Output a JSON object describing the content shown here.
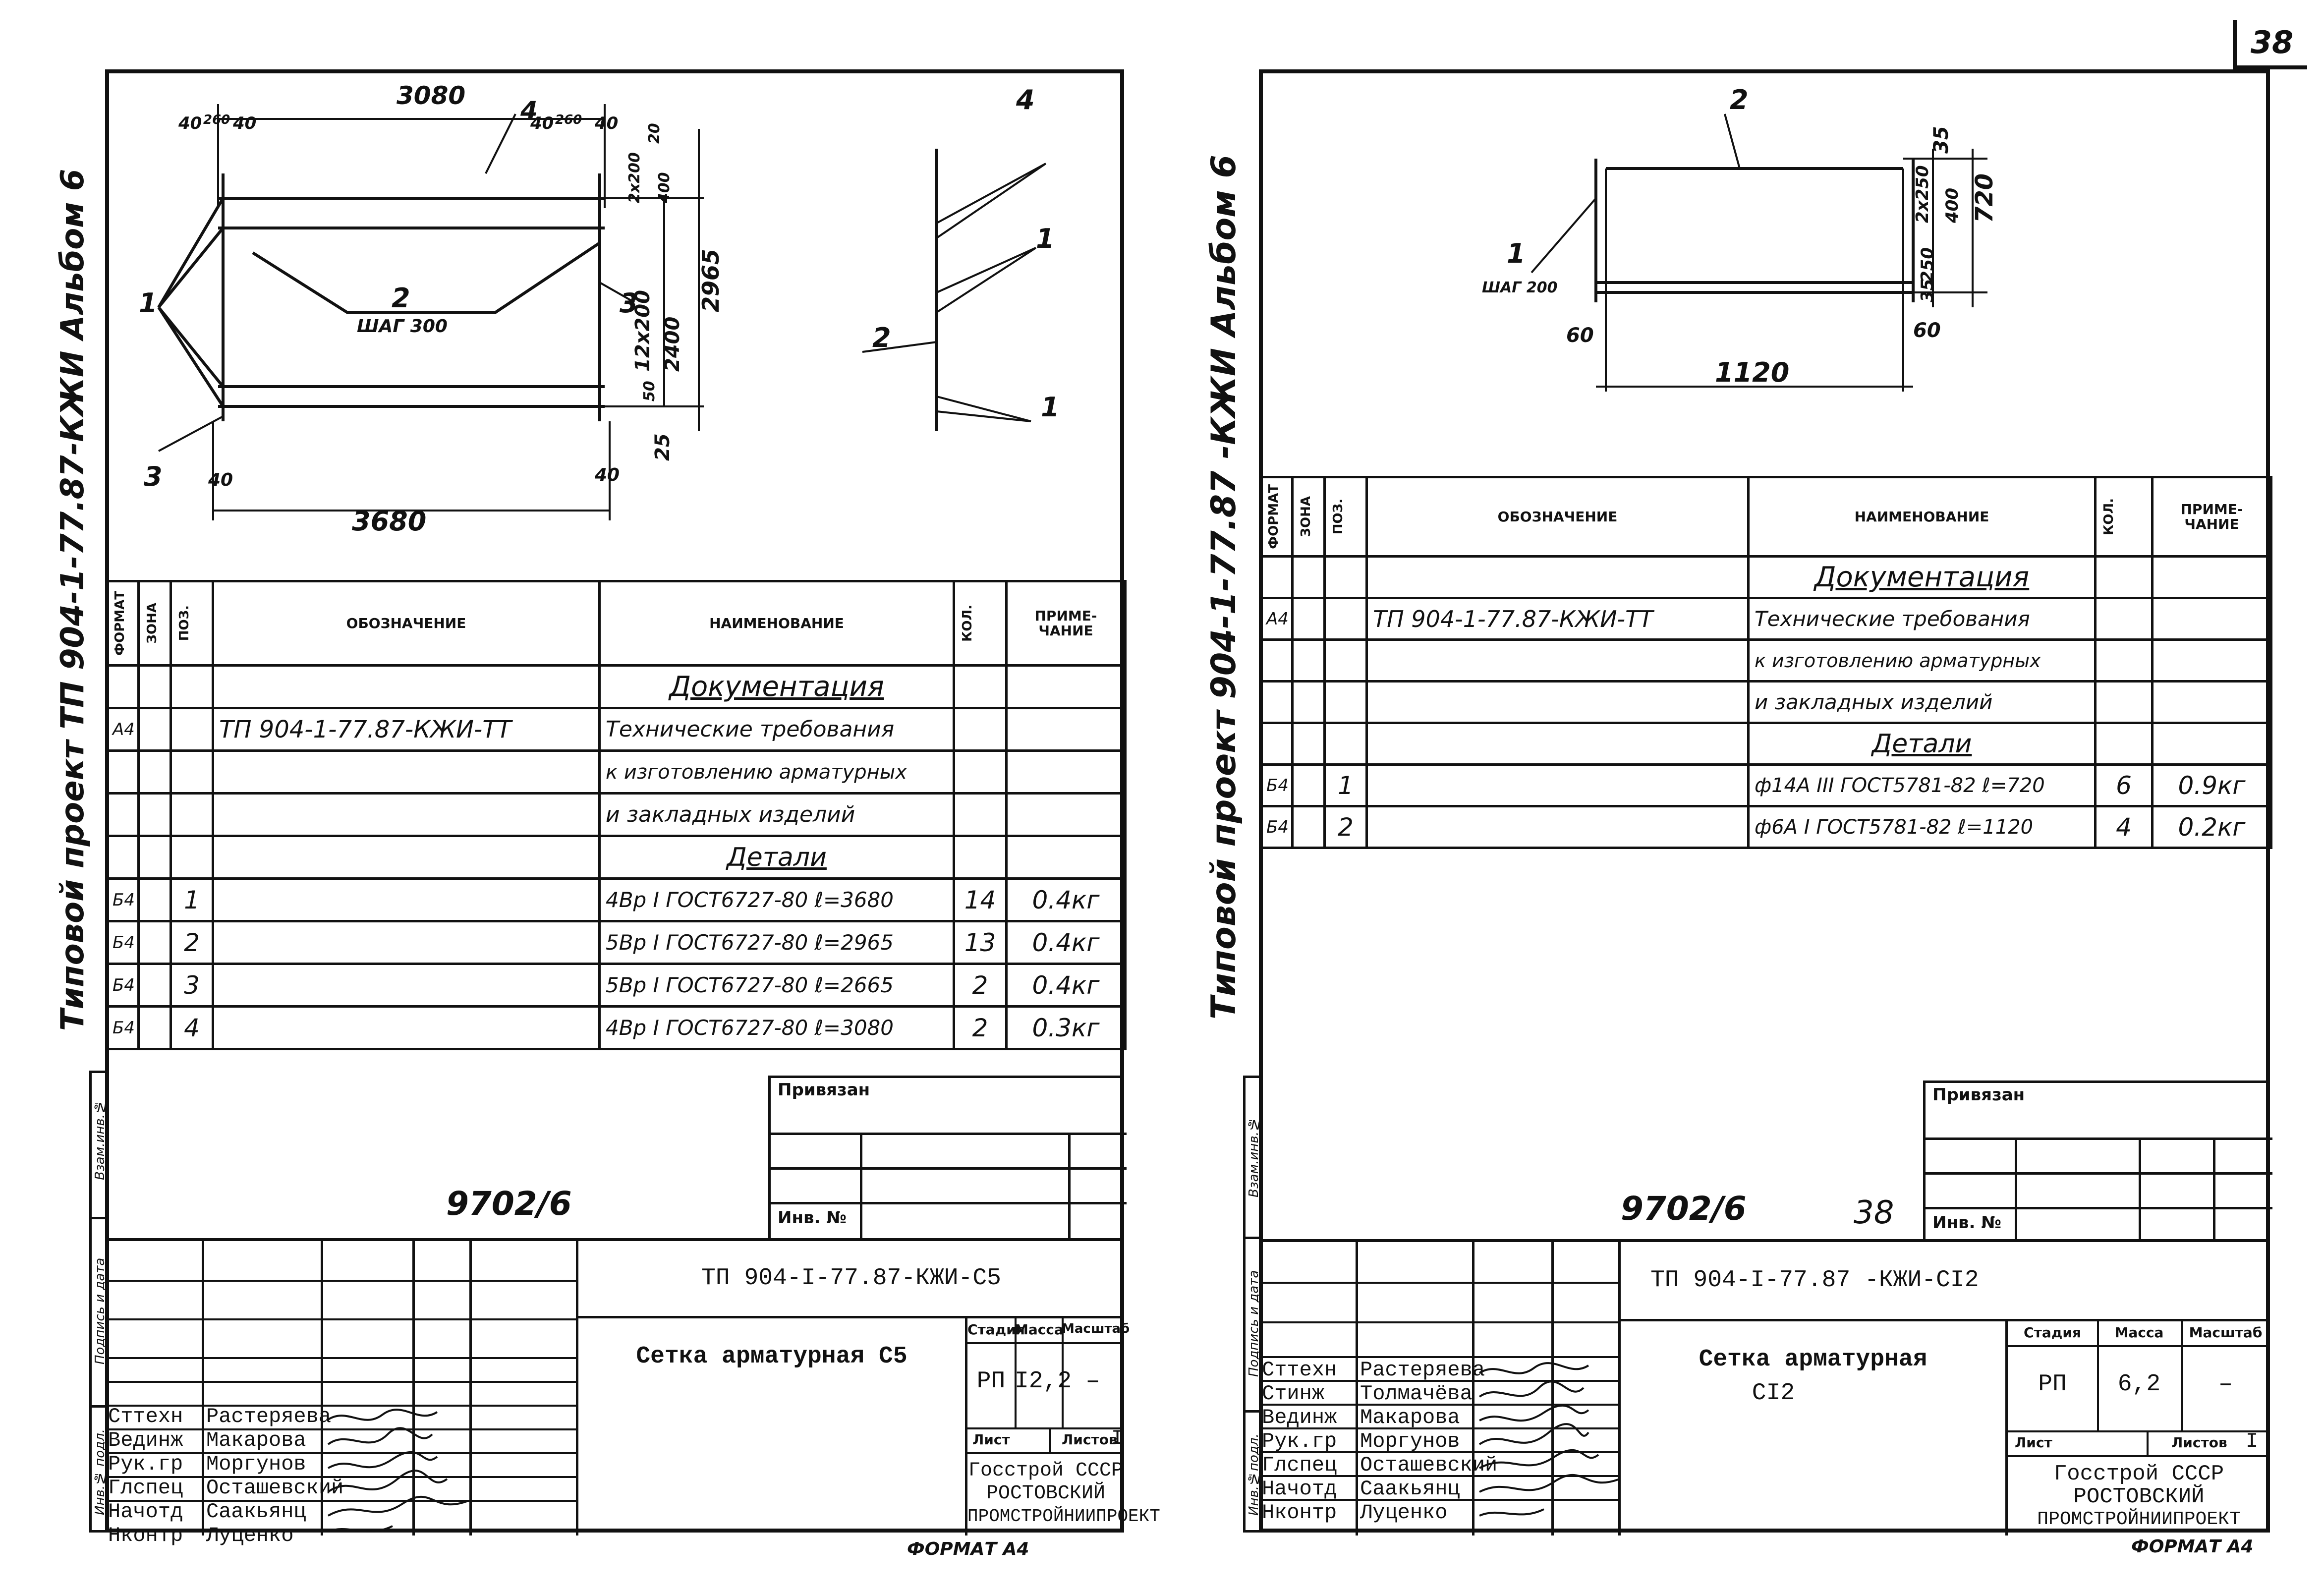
{
  "page_number": "38",
  "format_label": "ФОРМАТ А4",
  "sheets": [
    {
      "side_title": "Типовой  проект  ТП 904-1-77.87-КЖИ  Альбом 6",
      "side_stamps": {
        "inv_orig": "Инв.№ подл.",
        "sign_date": "Подпись и дата",
        "vzam_inv": "Взам.инв.№"
      },
      "drawing": {
        "dims": [
          "3080",
          "40",
          "260",
          "40",
          "40",
          "260",
          "40",
          "4",
          "20",
          "2x200",
          "400",
          "2965",
          "12x200",
          "2400",
          "50",
          "25",
          "1",
          "2",
          "ШАГ 300",
          "3",
          "3",
          "40",
          "40",
          "3680",
          "4",
          "1",
          "2",
          "1"
        ]
      },
      "table": {
        "headers": {
          "format": "ФОРМАТ",
          "zone": "ЗОНА",
          "pos": "ПОЗ.",
          "designation": "ОБОЗНАЧЕНИЕ",
          "name": "НАИМЕНОВАНИЕ",
          "qty": "КОЛ.",
          "note": "ПРИМЕ-ЧАНИЕ"
        },
        "rows": [
          {
            "format": "",
            "pos": "",
            "designation": "",
            "name": "Документация",
            "qty": "",
            "note": "",
            "style": "section"
          },
          {
            "format": "А4",
            "pos": "",
            "designation": "ТП 904-1-77.87-КЖИ-ТТ",
            "name": "Технические требования",
            "qty": "",
            "note": ""
          },
          {
            "format": "",
            "pos": "",
            "designation": "",
            "name": "к изготовлению арматурных",
            "qty": "",
            "note": ""
          },
          {
            "format": "",
            "pos": "",
            "designation": "",
            "name": "и закладных изделий",
            "qty": "",
            "note": ""
          },
          {
            "format": "",
            "pos": "",
            "designation": "",
            "name": "Детали",
            "qty": "",
            "note": "",
            "style": "section"
          },
          {
            "format": "Б4",
            "pos": "1",
            "designation": "",
            "name": "4Вр I ГОСТ6727-80 ℓ=3680",
            "qty": "14",
            "note": "0.4кг"
          },
          {
            "format": "Б4",
            "pos": "2",
            "designation": "",
            "name": "5Вр I ГОСТ6727-80 ℓ=2965",
            "qty": "13",
            "note": "0.4кг"
          },
          {
            "format": "Б4",
            "pos": "3",
            "designation": "",
            "name": "5Вр I ГОСТ6727-80 ℓ=2665",
            "qty": "2",
            "note": "0.4кг"
          },
          {
            "format": "Б4",
            "pos": "4",
            "designation": "",
            "name": "4Вр I ГОСТ6727-80 ℓ=3080",
            "qty": "2",
            "note": "0.3кг"
          }
        ]
      },
      "privyazan": "Привязан",
      "inv_no": "Инв. №",
      "sheet_code": "9702/6",
      "sheet_no_handwritten": "",
      "title_block": {
        "doc_code": "ТП   904-I-77.87-КЖИ-С5",
        "title": "Сетка   арматурная   С5",
        "title_line2": "",
        "stage_label": "Стадия",
        "mass_label": "Масса",
        "scale_label": "Масштаб",
        "stage": "РП",
        "mass": "I2,2",
        "scale": "–",
        "list_label": "Лист",
        "lists_label": "Листов",
        "lists": "I",
        "org1": "Госстрой  СССР",
        "org2": "РОСТОВСКИЙ",
        "org3": "ПРОМСТРОЙНИИПРОЕКТ",
        "people": [
          {
            "role": "",
            "name": ""
          },
          {
            "role": "Сттехн",
            "name": "Растеряева"
          },
          {
            "role": "Вединж",
            "name": "Макарова"
          },
          {
            "role": "Рук.гр",
            "name": "Моргунов"
          },
          {
            "role": "Глспец",
            "name": "Осташевский"
          },
          {
            "role": "Начотд",
            "name": "Саакьянц"
          },
          {
            "role": "Нконтр",
            "name": "Луценко"
          }
        ]
      }
    },
    {
      "side_title": "Типовой  проект  904-1-77.87 -КЖИ  Альбом 6",
      "side_stamps": {
        "inv_orig": "Инв.№подл.",
        "sign_date": "Подпись и дата",
        "vzam_inv": "Взам.инв.№"
      },
      "drawing": {
        "dims": [
          "2",
          "35",
          "2x250",
          "400",
          "720",
          "250",
          "35",
          "1",
          "ШАГ 200",
          "60",
          "60",
          "1120"
        ]
      },
      "table": {
        "headers": {
          "format": "ФОРМАТ",
          "zone": "ЗОНА",
          "pos": "ПОЗ.",
          "designation": "ОБОЗНАЧЕНИЕ",
          "name": "НАИМЕНОВАНИЕ",
          "qty": "КОЛ.",
          "note": "ПРИМЕ-ЧАНИЕ"
        },
        "rows": [
          {
            "format": "",
            "pos": "",
            "designation": "",
            "name": "Документация",
            "qty": "",
            "note": "",
            "style": "section"
          },
          {
            "format": "А4",
            "pos": "",
            "designation": "ТП 904-1-77.87-КЖИ-ТТ",
            "name": "Технические требования",
            "qty": "",
            "note": ""
          },
          {
            "format": "",
            "pos": "",
            "designation": "",
            "name": "к изготовлению арматурных",
            "qty": "",
            "note": ""
          },
          {
            "format": "",
            "pos": "",
            "designation": "",
            "name": "и закладных изделий",
            "qty": "",
            "note": ""
          },
          {
            "format": "",
            "pos": "",
            "designation": "",
            "name": "Детали",
            "qty": "",
            "note": "",
            "style": "section"
          },
          {
            "format": "Б4",
            "pos": "1",
            "designation": "",
            "name": "ф14А III ГОСТ5781-82 ℓ=720",
            "qty": "6",
            "note": "0.9кг"
          },
          {
            "format": "Б4",
            "pos": "2",
            "designation": "",
            "name": "ф6А I ГОСТ5781-82 ℓ=1120",
            "qty": "4",
            "note": "0.2кг"
          }
        ]
      },
      "privyazan": "Привязан",
      "inv_no": "Инв. №",
      "sheet_code": "9702/6",
      "sheet_no_handwritten": "38",
      "title_block": {
        "doc_code": "ТП   904-I-77.87   -КЖИ-СI2",
        "title": "Сетка   арматурная",
        "title_line2": "СI2",
        "stage_label": "Стадия",
        "mass_label": "Масса",
        "scale_label": "Масштаб",
        "stage": "РП",
        "mass": "6,2",
        "scale": "–",
        "list_label": "Лист",
        "lists_label": "Листов",
        "lists": "I",
        "org1": "Госстрой    СССР",
        "org2": "РОСТОВСКИЙ",
        "org3": "ПРОМСТРОЙНИИПРОЕКТ",
        "people": [
          {
            "role": "Сттехн",
            "name": "Растеряева"
          },
          {
            "role": "Стинж",
            "name": "Толмачёва"
          },
          {
            "role": "Вединж",
            "name": "Макарова"
          },
          {
            "role": "Рук.гр",
            "name": "Моргунов"
          },
          {
            "role": "Глспец",
            "name": "Осташевский"
          },
          {
            "role": "Начотд",
            "name": "Саакьянц"
          },
          {
            "role": "Нконтр",
            "name": "Луценко"
          }
        ]
      }
    }
  ]
}
